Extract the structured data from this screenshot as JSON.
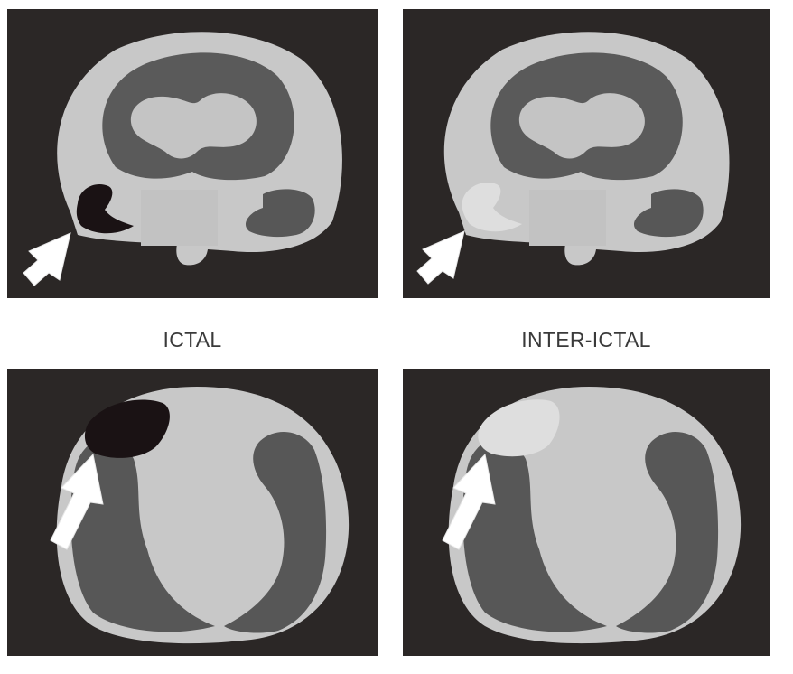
{
  "labels": {
    "left": "ICTAL",
    "right": "INTER-ICTAL"
  },
  "colors": {
    "background": "#2b2726",
    "head": "#c9c9c9",
    "white_matter": "#d2d2d2",
    "gray_matter": "#575757",
    "ventricle": "#c2c2c2",
    "hyperperfusion": "#1a1214",
    "normal_focus": "#dedede",
    "arrow": "#ffffff"
  },
  "panels": [
    {
      "id": "ictal-coronal",
      "focus": "hyperperfusion"
    },
    {
      "id": "interictal-coronal",
      "focus": "normal_focus"
    },
    {
      "id": "ictal-axial",
      "focus": "hyperperfusion"
    },
    {
      "id": "interictal-axial",
      "focus": "normal_focus"
    }
  ]
}
